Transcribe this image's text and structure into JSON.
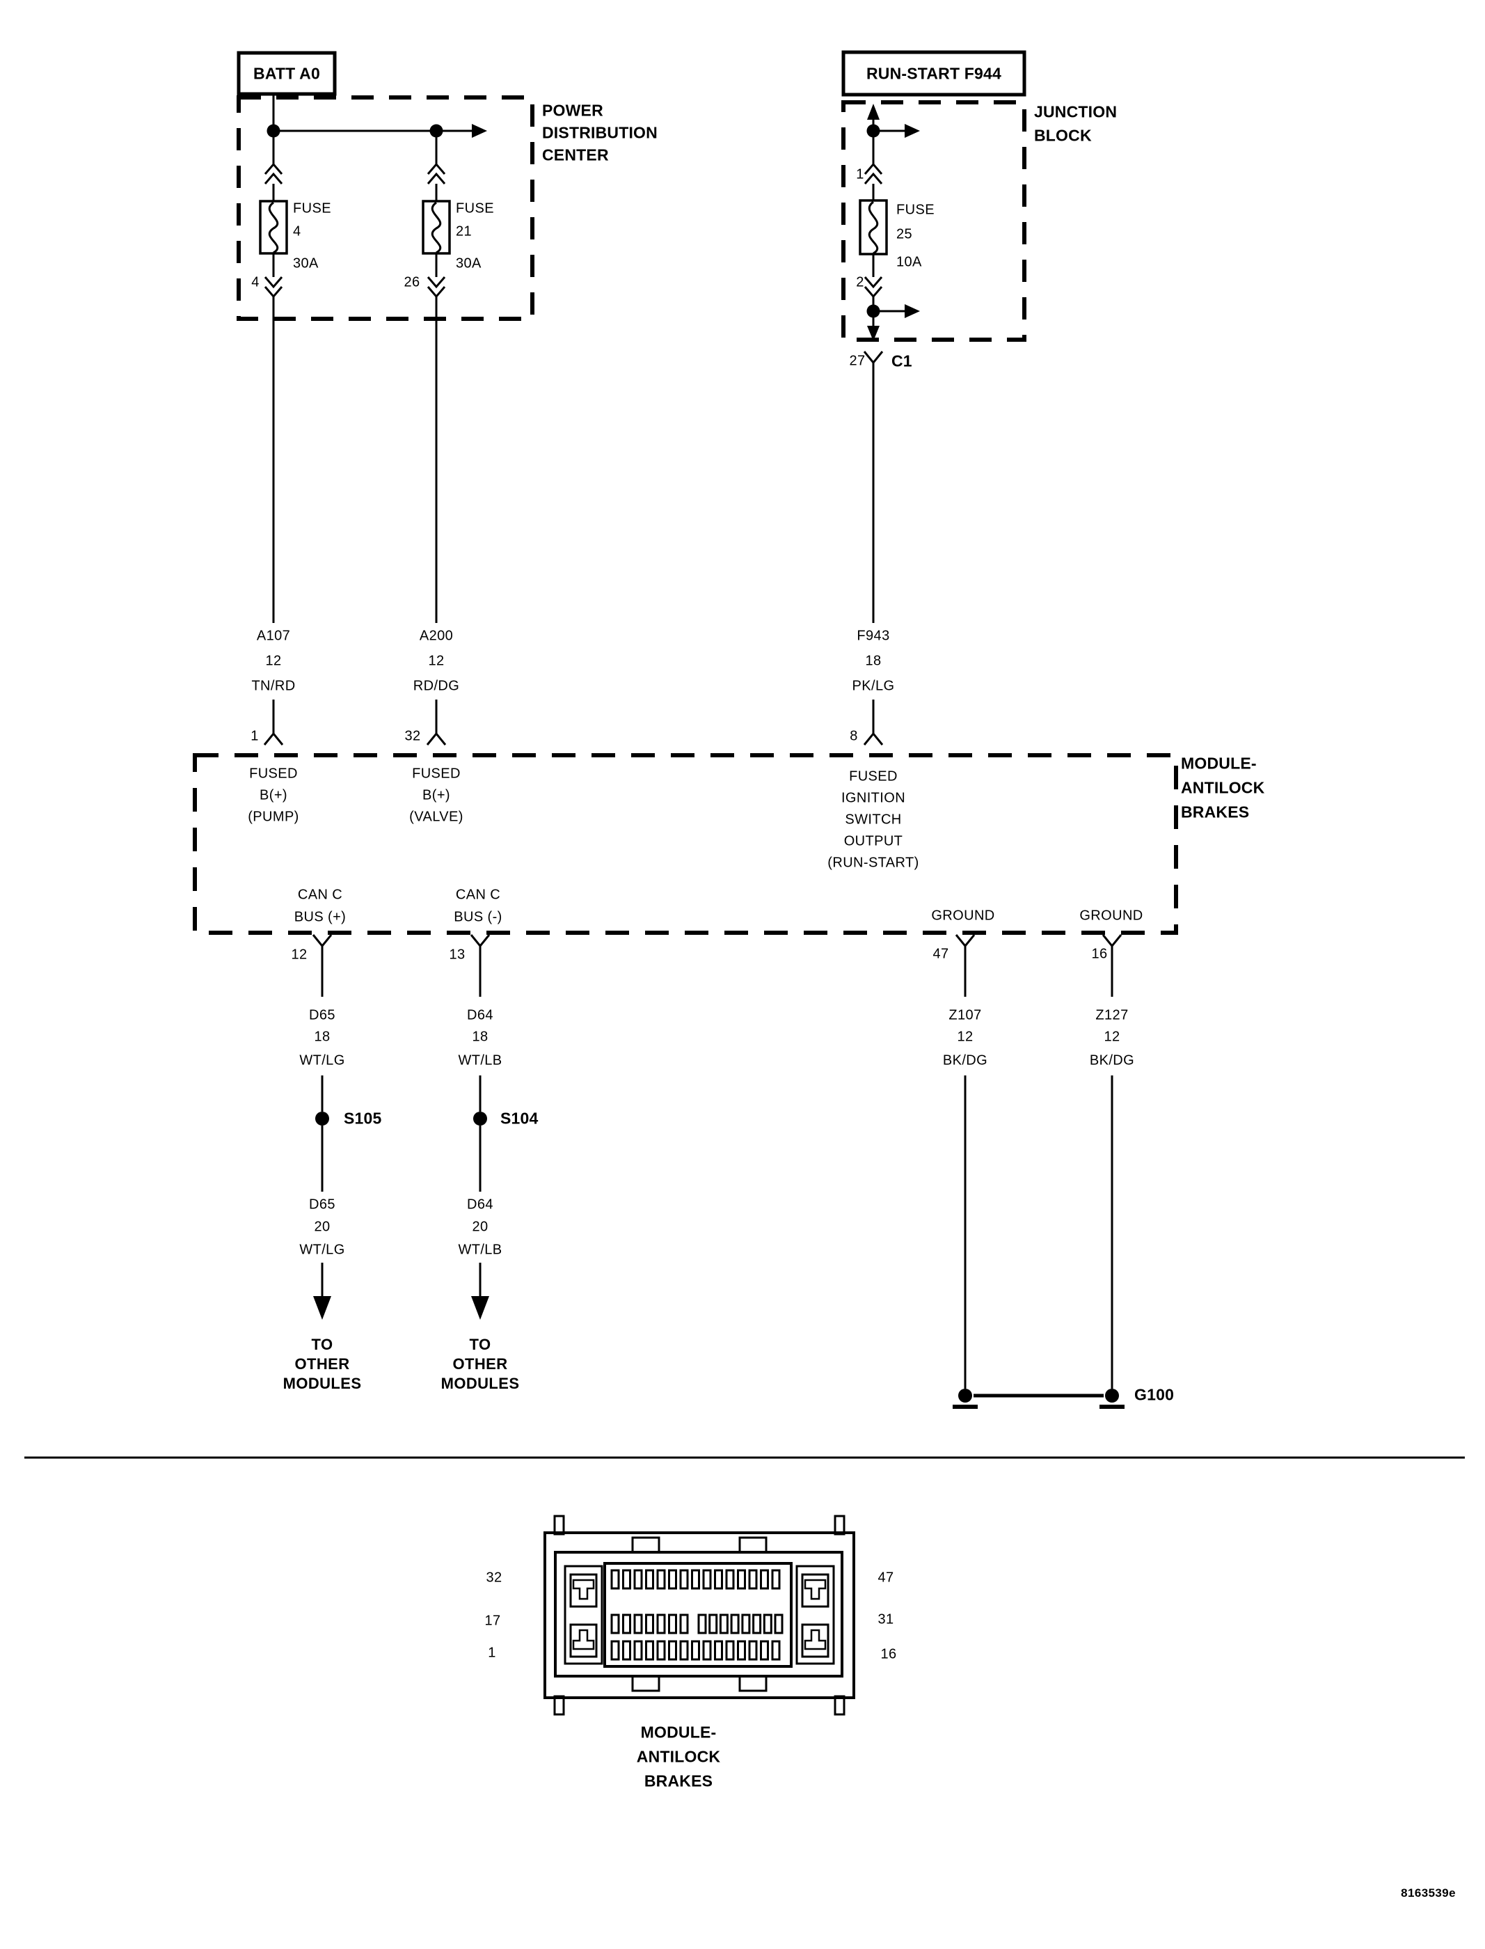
{
  "doc_id": "8163539e",
  "pdc": {
    "source": "BATT A0",
    "label": [
      "POWER",
      "DISTRIBUTION",
      "CENTER"
    ],
    "fuse4": {
      "title": "FUSE",
      "number": "4",
      "rating": "30A",
      "out_pin": "4"
    },
    "fuse21": {
      "title": "FUSE",
      "number": "21",
      "rating": "30A",
      "out_pin": "26"
    }
  },
  "junction_block": {
    "source": "RUN-START F944",
    "label": [
      "JUNCTION",
      "BLOCK"
    ],
    "fuse25": {
      "title": "FUSE",
      "number": "25",
      "rating": "10A",
      "in_pin": "1",
      "out_pin": "2"
    },
    "c1": {
      "pin": "27",
      "name": "C1"
    }
  },
  "wires": {
    "a107": {
      "circuit": "A107",
      "gauge": "12",
      "color": "TN/RD"
    },
    "a200": {
      "circuit": "A200",
      "gauge": "12",
      "color": "RD/DG"
    },
    "f943": {
      "circuit": "F943",
      "gauge": "18",
      "color": "PK/LG"
    },
    "d65_18": {
      "circuit": "D65",
      "gauge": "18",
      "color": "WT/LG"
    },
    "d64_18": {
      "circuit": "D64",
      "gauge": "18",
      "color": "WT/LB"
    },
    "d65_20": {
      "circuit": "D65",
      "gauge": "20",
      "color": "WT/LG"
    },
    "d64_20": {
      "circuit": "D64",
      "gauge": "20",
      "color": "WT/LB"
    },
    "z107": {
      "circuit": "Z107",
      "gauge": "12",
      "color": "BK/DG"
    },
    "z127": {
      "circuit": "Z127",
      "gauge": "12",
      "color": "BK/DG"
    }
  },
  "module": {
    "label": [
      "MODULE-",
      "ANTILOCK",
      "BRAKES"
    ],
    "pin1": "1",
    "pin32": "32",
    "pin8": "8",
    "pin12": "12",
    "pin13": "13",
    "pin47": "47",
    "pin16": "16",
    "fn_pump": [
      "FUSED",
      "B(+)",
      "(PUMP)"
    ],
    "fn_valve": [
      "FUSED",
      "B(+)",
      "(VALVE)"
    ],
    "fn_ign": [
      "FUSED",
      "IGNITION",
      "SWITCH",
      "OUTPUT",
      "(RUN-START)"
    ],
    "fn_can_pos": [
      "CAN C",
      "BUS (+)"
    ],
    "fn_can_neg": [
      "CAN C",
      "BUS (-)"
    ],
    "fn_ground1": "GROUND",
    "fn_ground2": "GROUND"
  },
  "splices": {
    "s105": "S105",
    "s104": "S104"
  },
  "ground": {
    "name": "G100"
  },
  "to_other_modules": [
    "TO",
    "OTHER",
    "MODULES"
  ],
  "connector_view": {
    "left_pins": [
      "32",
      "17",
      "1"
    ],
    "right_pins": [
      "47",
      "31",
      "16"
    ],
    "caption": [
      "MODULE-",
      "ANTILOCK",
      "BRAKES"
    ]
  }
}
